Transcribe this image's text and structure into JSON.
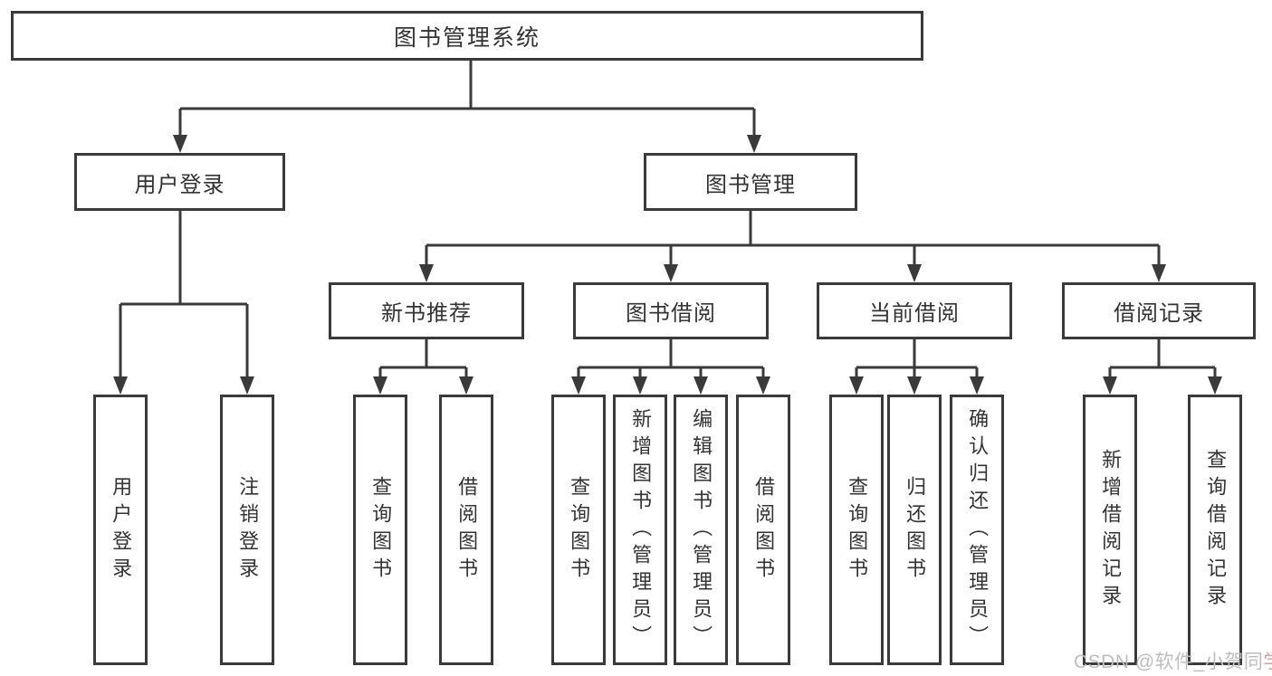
{
  "tree": {
    "label": "图书管理系统",
    "children": [
      {
        "label": "用户登录",
        "children": [
          {
            "label": "用户登录"
          },
          {
            "label": "注销登录"
          }
        ]
      },
      {
        "label": "图书管理",
        "children": [
          {
            "label": "新书推荐",
            "children": [
              {
                "label": "查询图书"
              },
              {
                "label": "借阅图书"
              }
            ]
          },
          {
            "label": "图书借阅",
            "children": [
              {
                "label": "查询图书"
              },
              {
                "label": "新增图书（管理员）"
              },
              {
                "label": "编辑图书（管理员）"
              },
              {
                "label": "借阅图书"
              }
            ]
          },
          {
            "label": "当前借阅",
            "children": [
              {
                "label": "查询图书"
              },
              {
                "label": "归还图书"
              },
              {
                "label": "确认归还（管理员）"
              }
            ]
          },
          {
            "label": "借阅记录",
            "children": [
              {
                "label": "新增借阅记录"
              },
              {
                "label": "查询借阅记录"
              }
            ]
          }
        ]
      }
    ]
  },
  "watermark": {
    "prefix": "CSDN @软件_小贺同",
    "accent": "学"
  },
  "colors": {
    "line": "#3a3a3a",
    "text": "#333333",
    "background": "#ffffff",
    "watermark_gray": "#bdbdbd",
    "watermark_accent": "#dc9e9e"
  }
}
